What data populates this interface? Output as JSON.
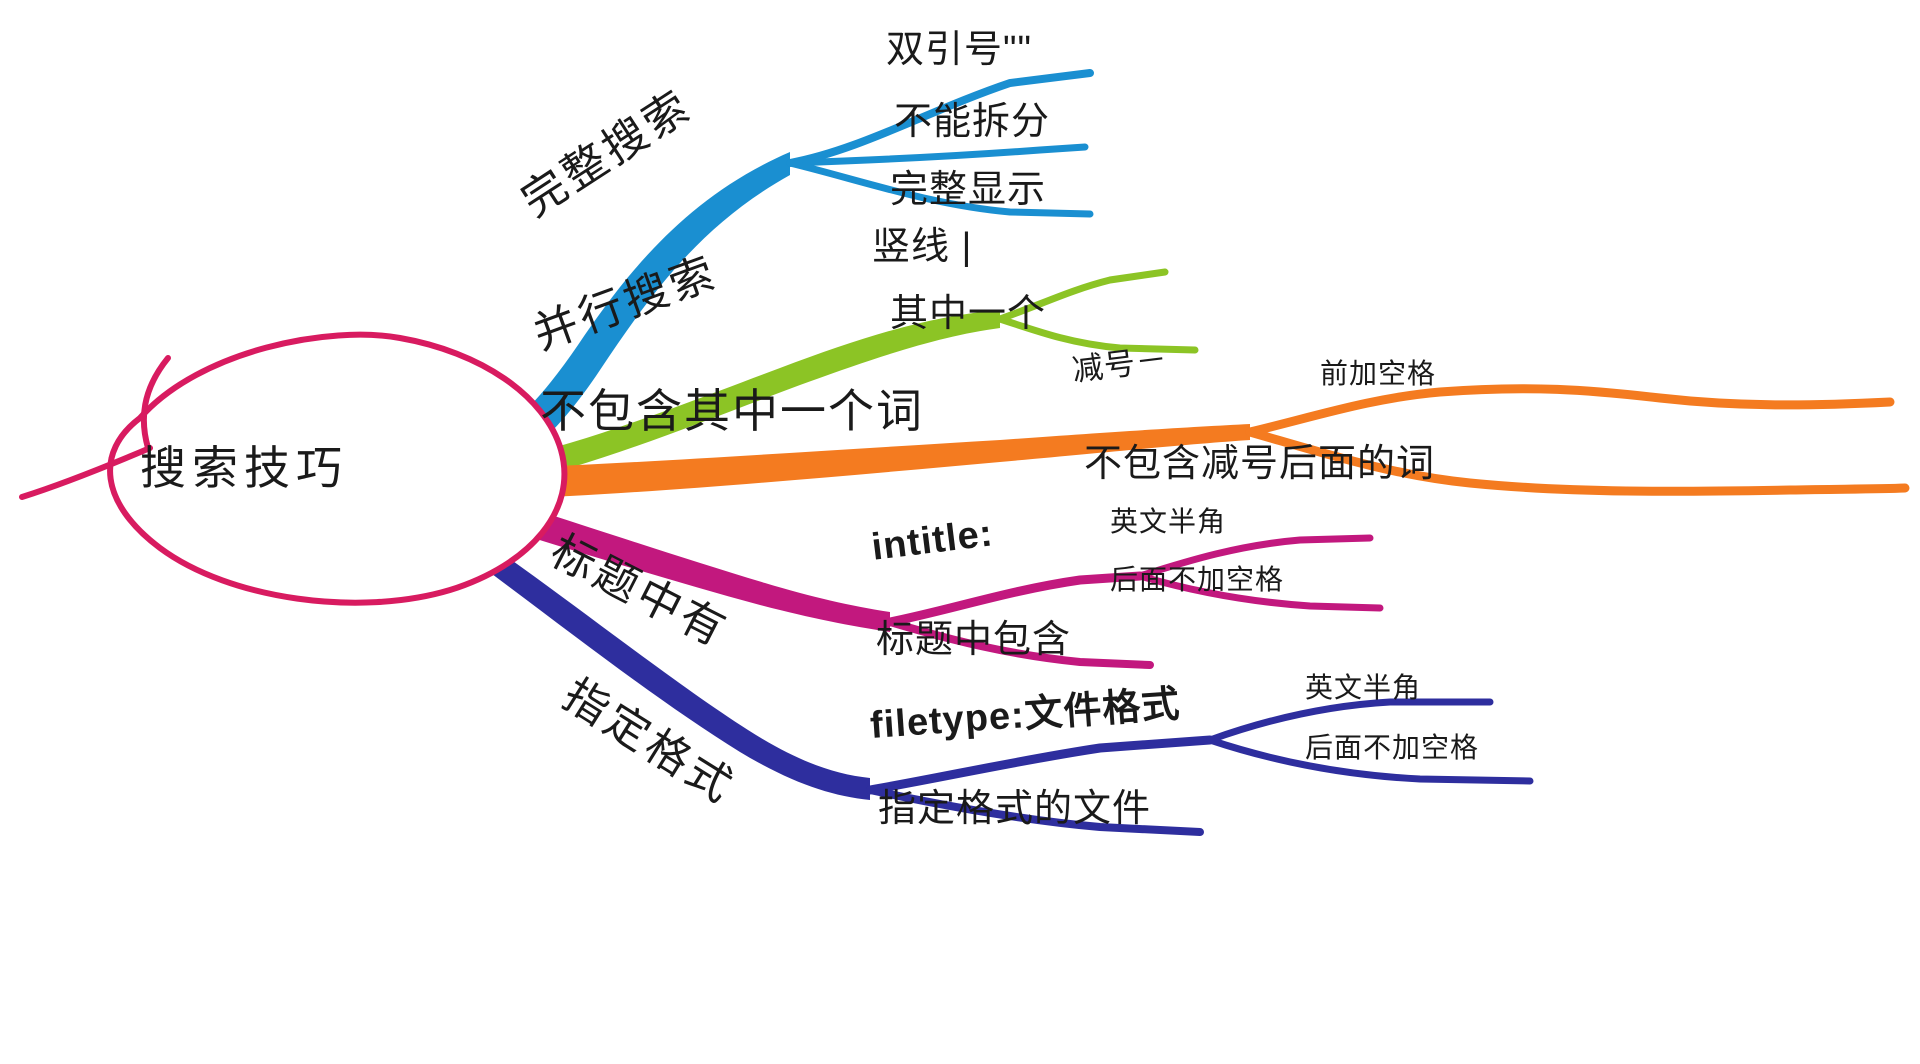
{
  "diagram": {
    "type": "mind-map",
    "title": "搜索技巧",
    "background": "#ffffff",
    "root": {
      "label": "搜索技巧",
      "outline_color": "#d81b60",
      "shape": "hand-drawn-ellipse"
    },
    "branches": [
      {
        "id": "complete-search",
        "label": "完整搜索",
        "color": "#1a8fd1",
        "children": [
          {
            "label": "双引号\"\""
          },
          {
            "label": "不能拆分"
          },
          {
            "label": "完整显示"
          }
        ]
      },
      {
        "id": "parallel-search",
        "label": "并行搜索",
        "color": "#8cc425",
        "children": [
          {
            "label": "竖线 |"
          },
          {
            "label": "其中一个"
          }
        ]
      },
      {
        "id": "exclude-word",
        "label": "不包含其中一个词",
        "color": "#f47b20",
        "children": [
          {
            "label": "减号－",
            "children": [
              {
                "label": "前加空格"
              },
              {
                "label": "不包含减号后面的词"
              }
            ]
          }
        ]
      },
      {
        "id": "title-contains",
        "label": "标题中有",
        "color": "#c2187e",
        "children": [
          {
            "label": "intitle:",
            "children": [
              {
                "label": "英文半角"
              },
              {
                "label": "后面不加空格"
              }
            ]
          },
          {
            "label": "标题中包含"
          }
        ]
      },
      {
        "id": "file-format",
        "label": "指定格式",
        "color": "#2e2e9e",
        "children": [
          {
            "label": "filetype:文件格式",
            "children": [
              {
                "label": "英文半角"
              },
              {
                "label": "后面不加空格"
              }
            ]
          },
          {
            "label": "指定格式的文件"
          }
        ]
      }
    ]
  },
  "labels": {
    "root": "搜索技巧",
    "b1": "完整搜索",
    "b1c1": "双引号\"\"",
    "b1c2": "不能拆分",
    "b1c3": "完整显示",
    "b2": "并行搜索",
    "b2c1": "竖线 |",
    "b2c2": "其中一个",
    "b3": "不包含其中一个词",
    "b3c1": "减号－",
    "b3c1a": "前加空格",
    "b3c1b": "不包含减号后面的词",
    "b4": "标题中有",
    "b4c1": "intitle:",
    "b4c1a": "英文半角",
    "b4c1b": "后面不加空格",
    "b4c2": "标题中包含",
    "b5": "指定格式",
    "b5c1": "filetype:文件格式",
    "b5c1a": "英文半角",
    "b5c1b": "后面不加空格",
    "b5c2": "指定格式的文件"
  },
  "colors": {
    "root_outline": "#d81b60",
    "blue": "#1a8fd1",
    "green": "#8cc425",
    "orange": "#f47b20",
    "magenta": "#c2187e",
    "navy": "#2e2e9e",
    "text": "#1a1a1a",
    "background": "#ffffff"
  }
}
